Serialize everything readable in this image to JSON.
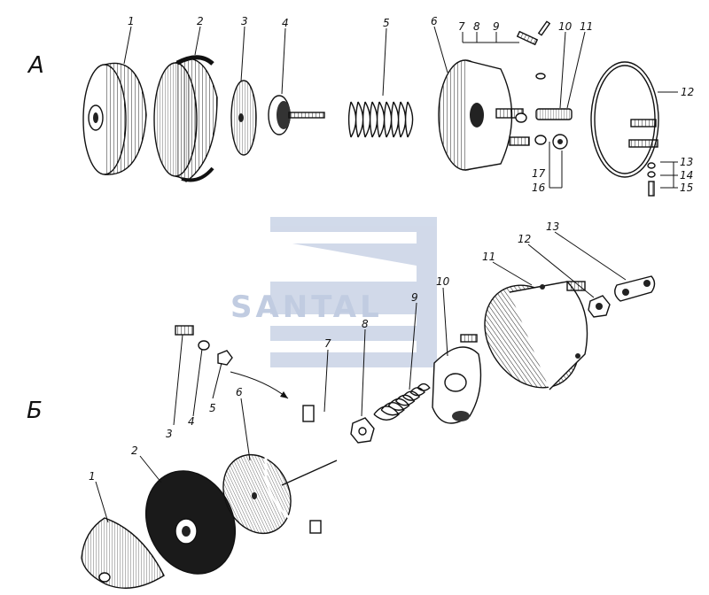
{
  "sections": [
    {
      "id": "A",
      "label": "А",
      "callouts": [
        "1",
        "2",
        "3",
        "4",
        "5",
        "6",
        "7",
        "8",
        "9",
        "10",
        "11",
        "12",
        "13",
        "14",
        "15",
        "16",
        "17"
      ]
    },
    {
      "id": "B",
      "label": "Б",
      "callouts": [
        "1",
        "2",
        "3",
        "4",
        "5",
        "6",
        "7",
        "8",
        "9",
        "10",
        "11",
        "12",
        "13"
      ]
    }
  ],
  "watermark": {
    "text": "SANTAL",
    "color": "#b7c4dc"
  },
  "colors": {
    "ink": "#111111",
    "background": "#ffffff"
  }
}
